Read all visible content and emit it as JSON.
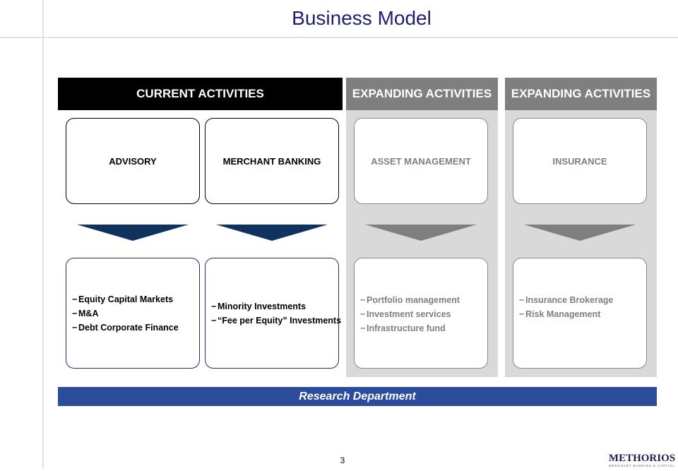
{
  "slide": {
    "title": "Business Model",
    "page_number": "3"
  },
  "headers": {
    "current": "CURRENT ACTIVITIES",
    "expanding_1": "EXPANDING ACTIVITIES",
    "expanding_2": "EXPANDING ACTIVITIES"
  },
  "columns": [
    {
      "name": "ADVISORY",
      "items": [
        "Equity Capital Markets",
        "M&A",
        "Debt Corporate Finance"
      ]
    },
    {
      "name": "MERCHANT BANKING",
      "items": [
        "Minority Investments",
        "“Fee per Equity” Investments"
      ]
    },
    {
      "name": "ASSET MANAGEMENT",
      "items": [
        "Portfolio management",
        "Investment services",
        "Infrastructure fund"
      ]
    },
    {
      "name": "INSURANCE",
      "items": [
        "Insurance Brokerage",
        "Risk Management"
      ]
    }
  ],
  "bullet_marker": "−",
  "research_bar": "Research Department",
  "logo": {
    "name": "METHORIOS",
    "tagline": "MERCHANT BANKING & CAPITAL"
  },
  "colors": {
    "title": "#1f1f6e",
    "current_header": "#000000",
    "expanding_header": "#7f7f7f",
    "expanding_background": "#d9d9d9",
    "current_arrow": "#10325f",
    "expanding_arrow": "#7f7f7f",
    "research_bar": "#2b4c9b"
  }
}
